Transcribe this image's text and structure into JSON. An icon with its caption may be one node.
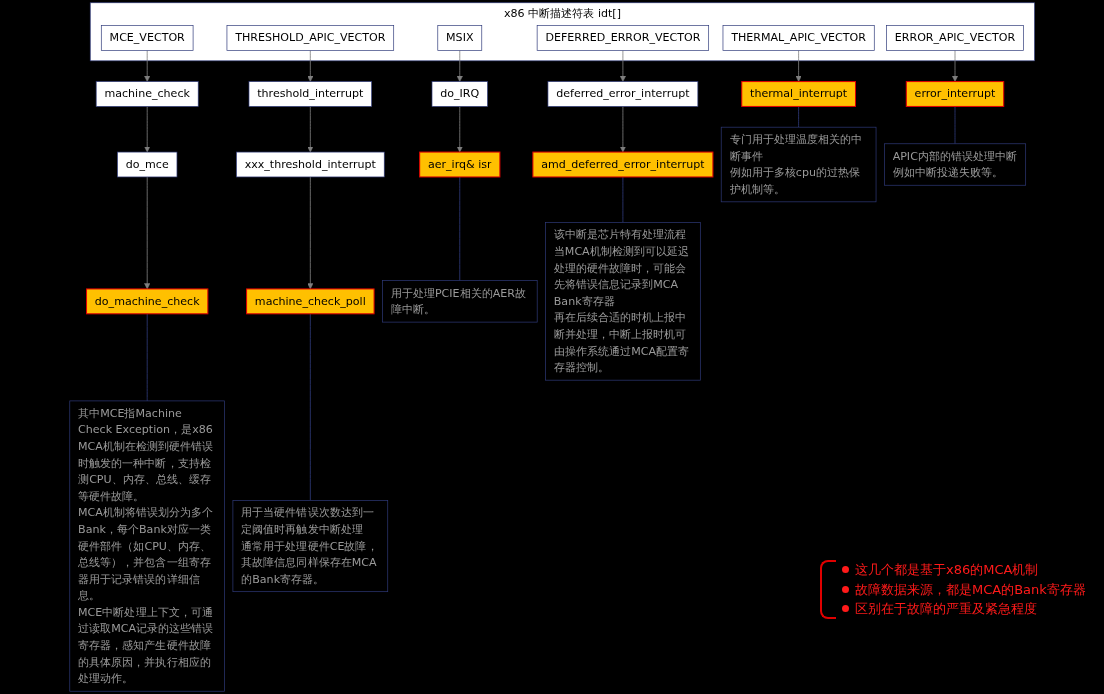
{
  "diagram": {
    "nodes": [
      {
        "text": [
          "x86 中断描述符表 idt[]"
        ]
      },
      {
        "text": [
          "MCE_VECTOR"
        ],
        "in": 0
      },
      {
        "text": [
          "DEFERRED_ERROR_VECTOR"
        ],
        "in": 0
      },
      {
        "text": [
          "THRESHOLD_APIC_VECTOR"
        ],
        "in": 0
      },
      {
        "text": [
          "MSIX"
        ],
        "in": 0
      },
      {
        "text": [
          "THERMAL_APIC_VECTOR"
        ],
        "in": 0
      },
      {
        "text": [
          "ERROR_APIC_VECTOR"
        ],
        "in": 0
      },
      {
        "text": [
          "machine_check"
        ]
      },
      {
        "text": [
          "deferred_error_interrupt"
        ]
      },
      {
        "text": [
          "threshold_interrupt"
        ]
      },
      {
        "text": [
          "do_IRQ"
        ]
      },
      {
        "text": [
          "thermal_interrupt"
        ]
      },
      {
        "text": [
          "error_interrupt"
        ]
      },
      {
        "text": [
          "do_mce"
        ]
      },
      {
        "text": [
          "amd_deferred_error_interrupt"
        ]
      },
      {
        "text": [
          "xxx_threshold_interrupt"
        ]
      },
      {
        "text": [
          "aer_irq& isr"
        ]
      },
      {
        "text": [
          "do_machine_check"
        ]
      },
      {
        "text": [
          "machine_check_poll"
        ]
      },
      {
        "text": [
          "专门用于处理温度相关的中断事件",
          "例如用于多核cpu的过热保护机制等。"
        ]
      },
      {
        "text": [
          "用于处理PCIE相关的AER故障中断。"
        ]
      },
      {
        "text": [
          "APIC内部的错误处理中断",
          "例如中断投递失败等。"
        ]
      },
      {
        "text": [
          "用于当硬件错误次数达到一定阈值时再触发中断处理",
          "通常用于处理硬件CE故障，其故障信息同样保存在MCA的Bank寄存器。"
        ]
      },
      {
        "text": [
          "该中断是芯片特有处理流程",
          "当MCA机制检测到可以延迟处理的硬件故障时，可能会先将错误信息记录到MCA Bank寄存器",
          "再在后续合适的时机上报中断并处理，中断上报时机可由操作系统通过MCA配置寄存器控制。"
        ]
      },
      {
        "text": [
          "其中MCE指Machine Check Exception，是x86 MCA机制在检测到硬件错误时触发的一种中断，支持检测CPU、内存、总线、缓存等硬件故障。",
          "MCA机制将错误划分为多个Bank，每个Bank对应一类硬件部件（如CPU、内存、总线等），并包含一组寄存器用于记录错误的详细信息。",
          "MCE中断处理上下文，可通过读取MCA记录的这些错误寄存器，感知产生硬件故障的具体原因，并执行相应的处理动作。"
        ]
      }
    ],
    "edges": [
      {
        "from": 1,
        "to": 7,
        "arrow": "to"
      },
      {
        "from": 7,
        "to": 13,
        "arrow": "to"
      },
      {
        "from": 13,
        "to": 17,
        "arrow": "to"
      },
      {
        "from": 2,
        "to": 8,
        "arrow": "to"
      },
      {
        "from": 8,
        "to": 14,
        "arrow": "to"
      },
      {
        "from": 3,
        "to": 9,
        "arrow": "to"
      },
      {
        "from": 9,
        "to": 15,
        "arrow": "to"
      },
      {
        "from": 15,
        "to": 18,
        "arrow": "to"
      },
      {
        "from": 4,
        "to": 10,
        "arrow": "to"
      },
      {
        "from": 10,
        "to": 16,
        "arrow": "to"
      },
      {
        "from": 5,
        "to": 11,
        "arrow": "to"
      },
      {
        "from": 6,
        "to": 12,
        "arrow": "to"
      },
      {
        "from": 11,
        "to": 19,
        "arrow": "none",
        "color": "#2f3a7a"
      },
      {
        "from": 16,
        "to": 20,
        "arrow": "none",
        "color": "#2f3a7a"
      },
      {
        "from": 12,
        "to": 21,
        "arrow": "none",
        "color": "#2f3a7a"
      },
      {
        "from": 18,
        "to": 22,
        "arrow": "none",
        "color": "#2f3a7a"
      },
      {
        "from": 14,
        "to": 23,
        "arrow": "none",
        "color": "#2f3a7a"
      },
      {
        "from": 17,
        "to": 24,
        "arrow": "none",
        "color": "#2f3a7a"
      }
    ],
    "labels": [
      "这几个都是基于x86的MCA机制",
      "故障数据来源，都是MCA的Bank寄存器",
      "区别在于故障的严重及紧急程度"
    ]
  }
}
